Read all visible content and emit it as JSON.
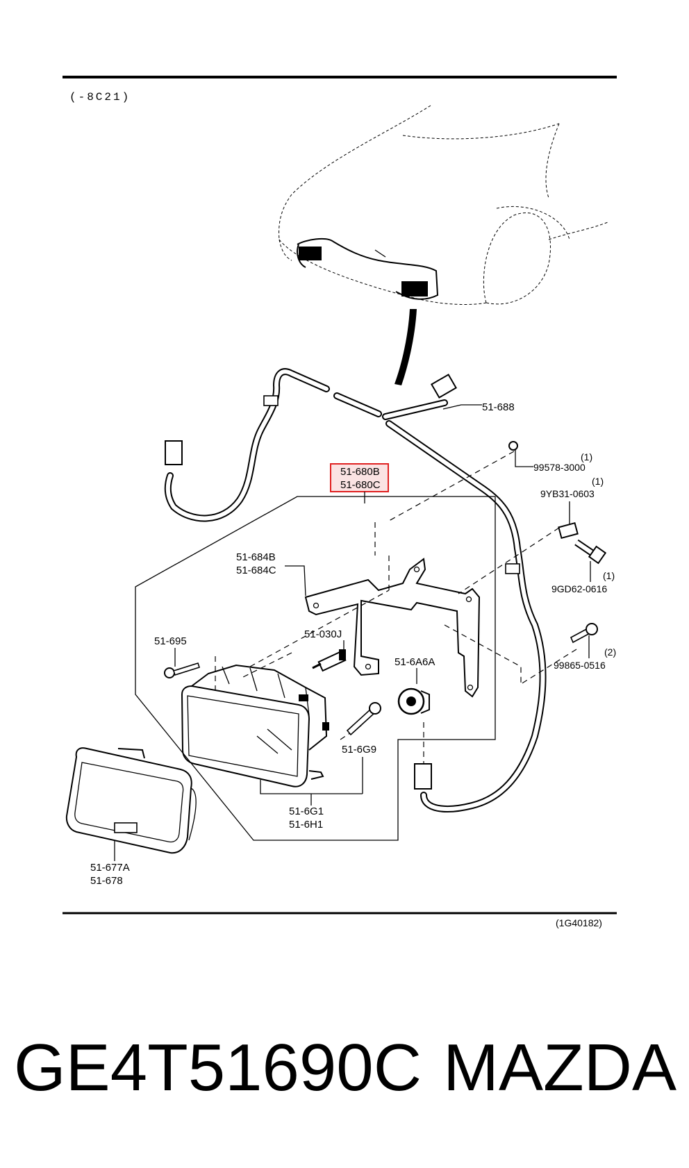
{
  "header_code": "(-8C21)",
  "figure_code": "(1G40182)",
  "part_number": "GE4T51690C",
  "brand": "MAZDA",
  "callouts": {
    "harness": "51-688",
    "bracket_top_1": "51-680B",
    "bracket_top_2": "51-680C",
    "clip_nut": "99578-3000",
    "clip_nut_qty": "(1)",
    "nut": "9YB31-0603",
    "nut_qty": "(1)",
    "bracket_1": "51-684B",
    "bracket_2": "51-684C",
    "bolt_right": "9GD62-0616",
    "bolt_right_qty": "(1)",
    "screw_left": "51-695",
    "bulb": "51-030J",
    "socket": "51-6A6A",
    "screw_right": "99865-0516",
    "screw_right_qty": "(2)",
    "adjuster": "51-6G9",
    "lamp_1": "51-6G1",
    "lamp_2": "51-6H1",
    "bezel_1": "51-677A",
    "bezel_2": "51-678"
  },
  "highlight_color": "#e02020"
}
